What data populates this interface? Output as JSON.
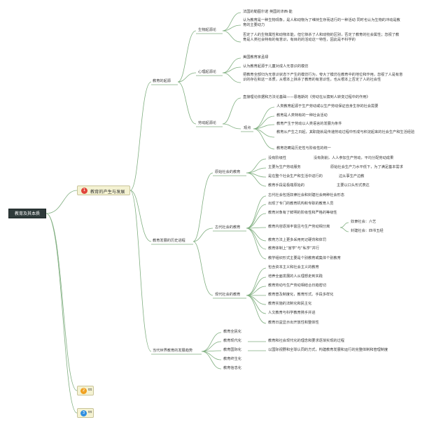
{
  "root": {
    "label": "教育及其本质"
  },
  "topics": [
    {
      "num": "1",
      "label": "教育的产生与发展",
      "color": "#e0443a"
    },
    {
      "num": "2",
      "label": "ttt",
      "color": "#f0a020"
    },
    {
      "num": "3",
      "label": "ttt",
      "color": "#2f8fe0"
    }
  ],
  "origin": {
    "label": "教育的起源",
    "bio": {
      "label": "生物起源论",
      "items": [
        "法国的勒图尔诺 英国的沛西·能",
        "认为教育是一种生物现象，是人和动物为了维持生存而进行的一种活动 同时也认为生物的冲动是教育的主要动力",
        "否定了人的生物属性和动物本能，但它抹杀了人和动物的区别，否定了教育的社会属性；忽视了教育是人类社会特有的有意识，有目的的活动这一特性，因此是不科学的"
      ]
    },
    "psy": {
      "label": "心理起源论",
      "items": [
        "美国教育家孟禄",
        "认为教育起源于儿童对成人无意识的模仿",
        "把教育全部归为无意识状态下产生的模仿行为，夸大了模仿在教育中的地位和作用，忽视了人是有意识的存在和这一本质，从根本上抹杀了教育的有意识性，也从根本上否定了人的社会性"
      ]
    },
    "labor": {
      "label": "劳动起源论",
      "basis": "直接理论依据和方法论基础——恩格斯的《劳动在从猿到人转变过程中的作用》",
      "views_label": "观点",
      "views": [
        "人类教育起源于生产劳动或以生产劳动保证自身生存的社会需要",
        "教育是人类特有的一种社会活动",
        "教育产生于劳动以人类语言的发展为条件",
        "教育从产生之日起，其职能就是传递劳动过程中形成与积淀起来的社会生产和生活经验",
        "教育范畴是历史性与阶级性的统一"
      ]
    }
  },
  "history": {
    "label": "教育发展的历史进程",
    "primitive": {
      "label": "原始社会的教育",
      "rows": [
        {
          "a": "没有阶级性",
          "b": "没有剥削，人人参加生产劳动，平均分配劳动成果"
        },
        {
          "a": "主要为生产劳动服务",
          "b": "原始社会生产力水平低下，为了满足基本需求"
        },
        {
          "a": "是在整个社会生产和生活中进行的",
          "b": "边从事生产边教"
        },
        {
          "a": "教育手段是极端原始的",
          "b": "主要以口头形式表达"
        }
      ]
    },
    "ancient": {
      "label": "古代社会的教育",
      "items": [
        "古代社会包括奴隶社会和封建社会两种社会形态",
        "出现了专门的教育机构和专职的教育人员",
        "教育对象有了鲜明的阶级性和严格的等级性",
        "教育内容逐渐丰富且与生产劳动相分离",
        "教育方法上更多采用死记硬背和体罚",
        "教育体制上“官学”与“私学”并行",
        "教学组织形式主要是个别教育或集体个别教育"
      ],
      "sub": [
        "奴隶社会：六艺",
        "封建社会：四书五经"
      ]
    },
    "modern": {
      "label": "现代社会的教育",
      "items": [
        "包含资本主义和社会主义的教育",
        "培养全面发展的人从理想走到实践",
        "教育劳动与生产劳动相结合日趋密切",
        "教育普及制度化，教育形式、手段多样化",
        "教育实施的法制化和民主化",
        "人文教育与科学教育携手并进",
        "教育日益显示出开放性和整体性"
      ]
    }
  },
  "trends": {
    "label": "当代世界教育的发展趋势",
    "items": [
      {
        "a": "教育全民化",
        "b": ""
      },
      {
        "a": "教育现代化",
        "b": "教育和社会现代化的理念和要求逐渐实现的过程"
      },
      {
        "a": "教育国际化",
        "b": "以国际视野和全球认同的方式，构建教育发展和运行的完整体制和管理制度"
      },
      {
        "a": "教育终生化",
        "b": ""
      },
      {
        "a": "教育信息化",
        "b": ""
      }
    ]
  },
  "colors": {
    "line": "#7fae7f",
    "root_bg": "#2f3b3b",
    "topic_bg": "#f4f2d2"
  }
}
